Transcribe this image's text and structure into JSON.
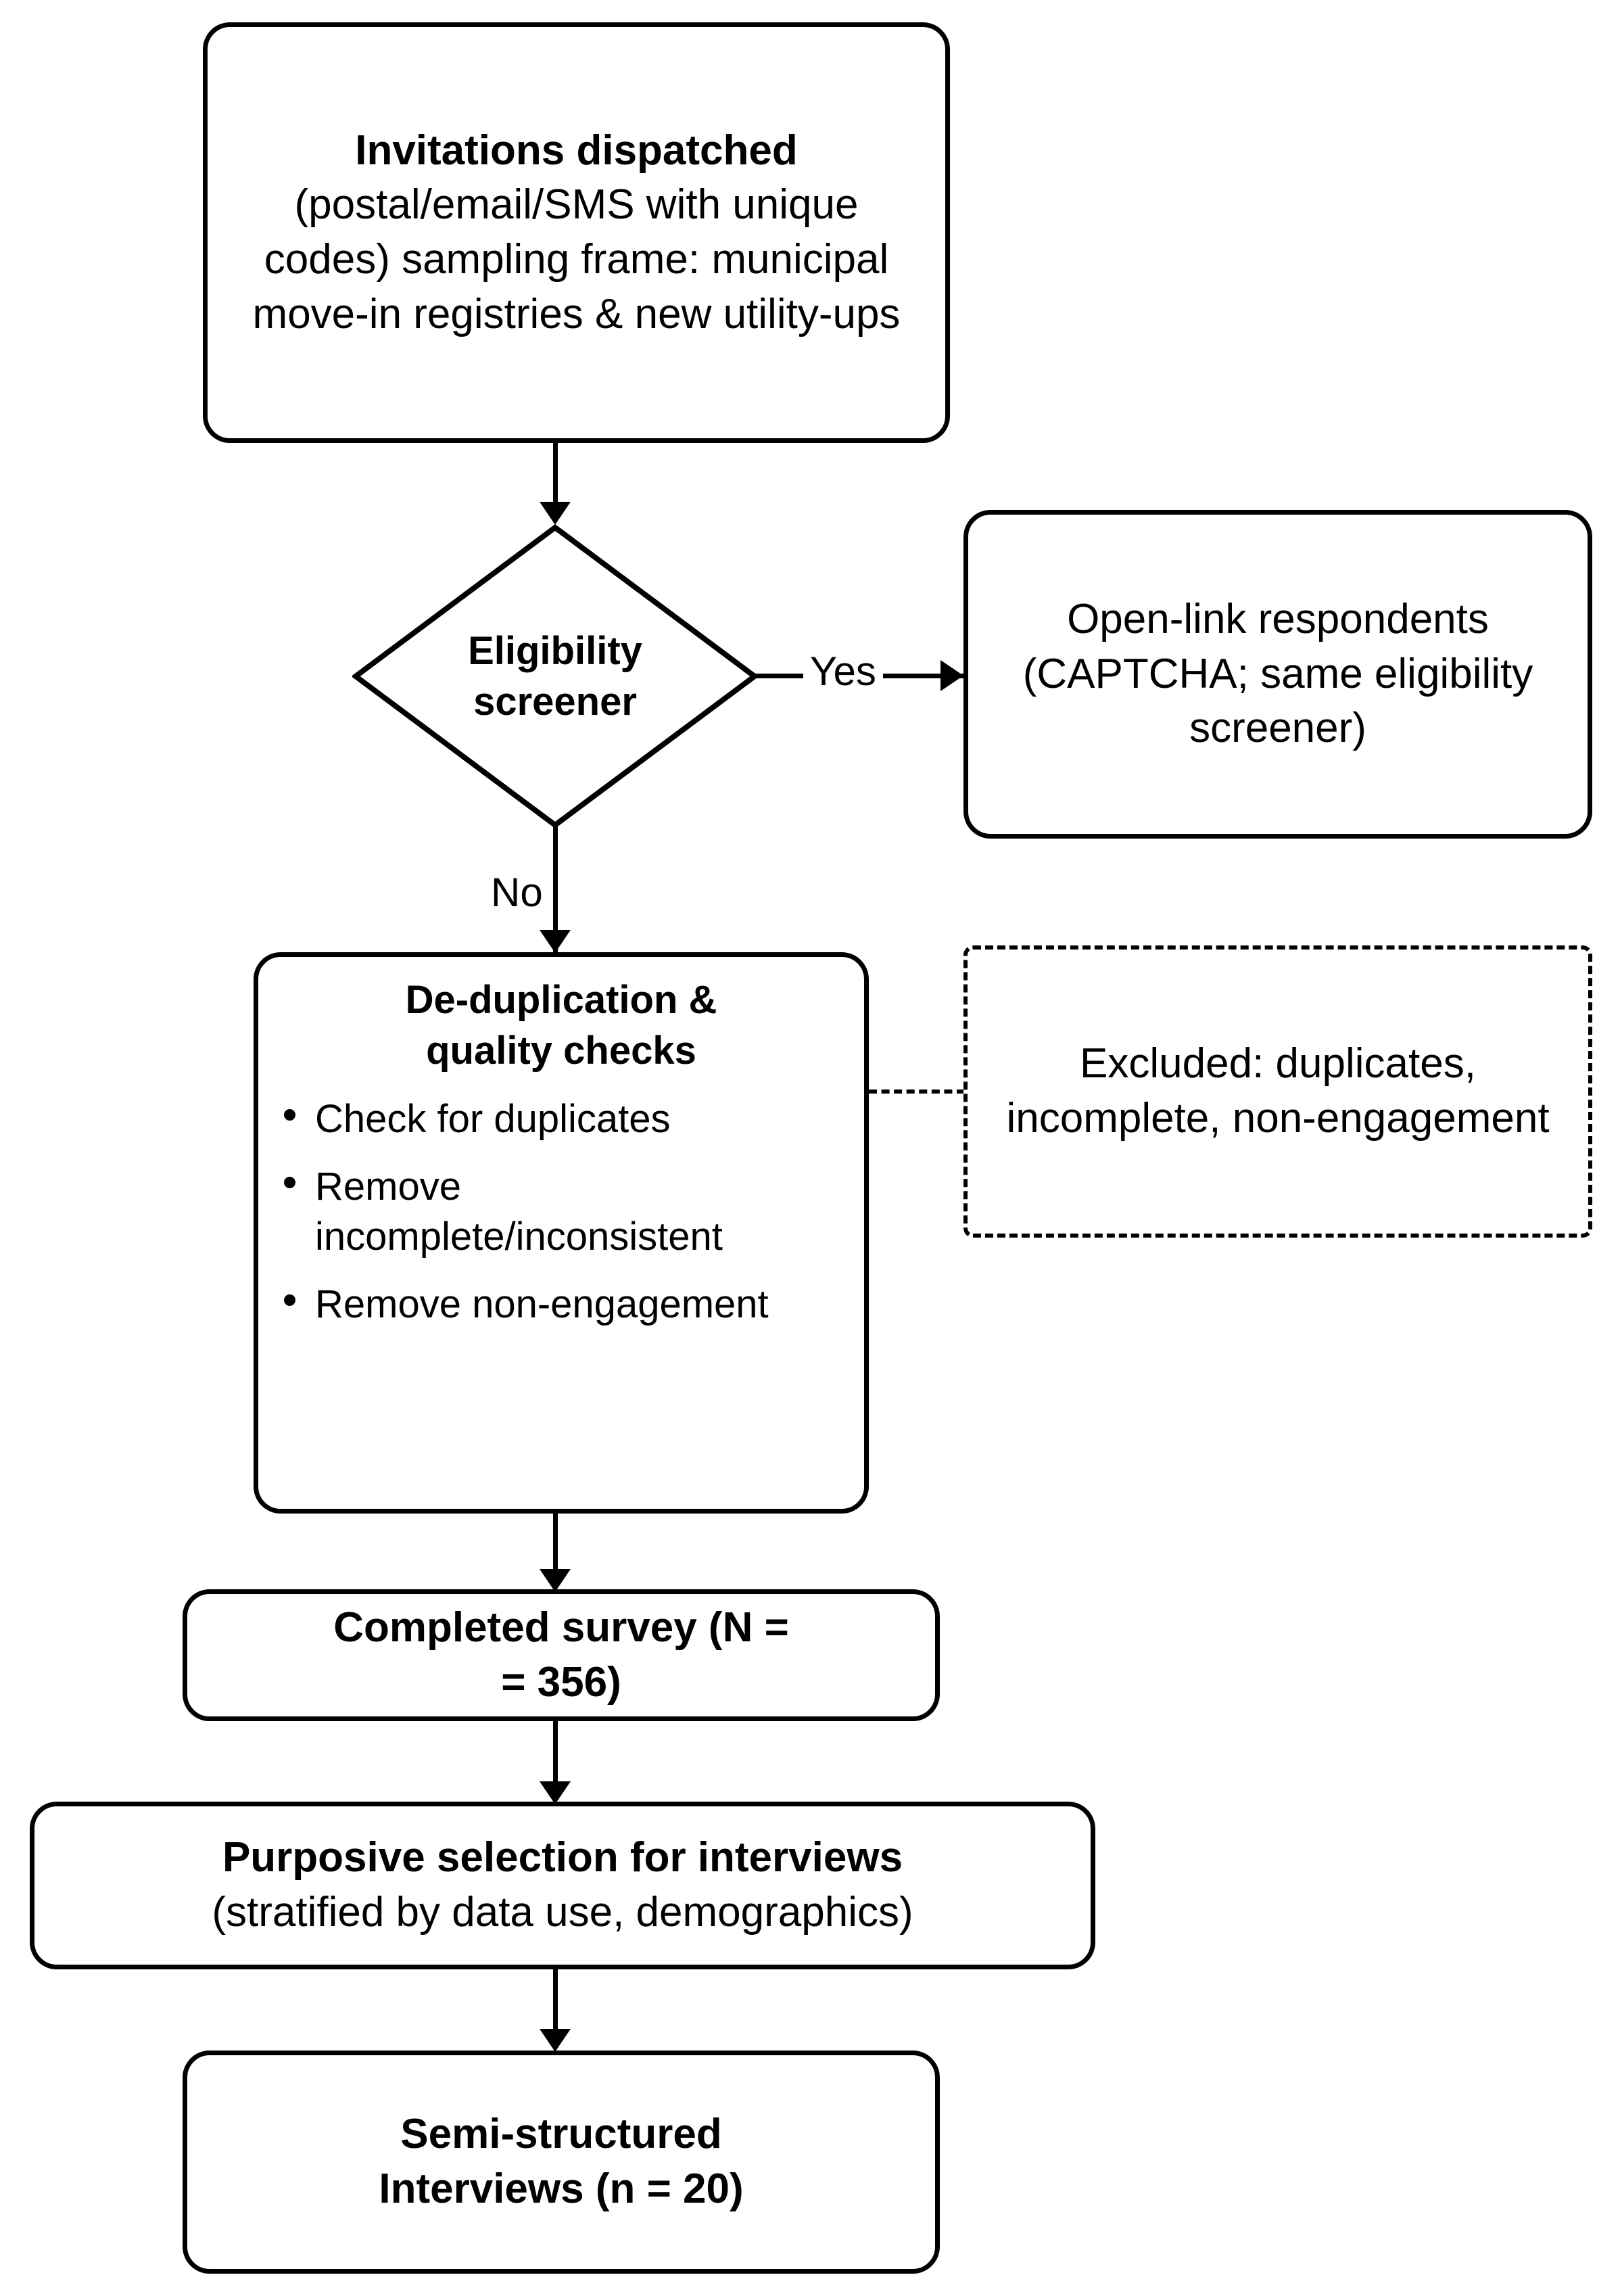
{
  "diagram": {
    "type": "flowchart",
    "orientation": "top-to-bottom",
    "colors": {
      "stroke": "#000000",
      "fill": "#ffffff",
      "text": "#000000"
    }
  },
  "nodes": {
    "invitations": {
      "shape": "rounded-rectangle",
      "title": "Invitations dispatched",
      "subtitle": "(postal/email/SMS with unique codes)  sampling frame: municipal move-in registries & new utility-ups"
    },
    "eligibility": {
      "shape": "diamond",
      "line1": "Eligibility",
      "line2": "screener"
    },
    "openlink": {
      "shape": "rounded-rectangle",
      "text": "Open-link respondents (CAPTCHA; same eligibility screener)"
    },
    "dedup": {
      "shape": "rounded-rectangle",
      "title_line1": "De-duplication &",
      "title_line2": "quality checks",
      "bullets": [
        "Check for duplicates",
        "Remove incomplete/inconsistent",
        "Remove non-engagement"
      ]
    },
    "excluded": {
      "shape": "dashed-rectangle",
      "text": "Excluded: duplicates, incomplete, non-engagement"
    },
    "completed": {
      "shape": "rounded-rectangle",
      "line1": "Completed survey (N =",
      "line2": "= 356)"
    },
    "purposive": {
      "shape": "rounded-rectangle",
      "title": "Purposive selection for interviews",
      "subtitle": "(stratified by data use, demographics)"
    },
    "interviews": {
      "shape": "rounded-rectangle",
      "line1": "Semi-structured",
      "line2": "Interviews (n = 20)"
    }
  },
  "edges": {
    "invitations_to_eligibility": {
      "label": "",
      "style": "solid",
      "arrow": "down"
    },
    "eligibility_to_openlink": {
      "label": "Yes",
      "style": "solid",
      "arrow": "right"
    },
    "eligibility_to_dedup": {
      "label": "No",
      "style": "solid",
      "arrow": "down"
    },
    "dedup_to_excluded": {
      "label": "",
      "style": "dashed",
      "arrow": "none"
    },
    "dedup_to_completed": {
      "label": "",
      "style": "solid",
      "arrow": "down"
    },
    "completed_to_purposive": {
      "label": "",
      "style": "solid",
      "arrow": "down"
    },
    "purposive_to_interviews": {
      "label": "",
      "style": "solid",
      "arrow": "down"
    }
  }
}
